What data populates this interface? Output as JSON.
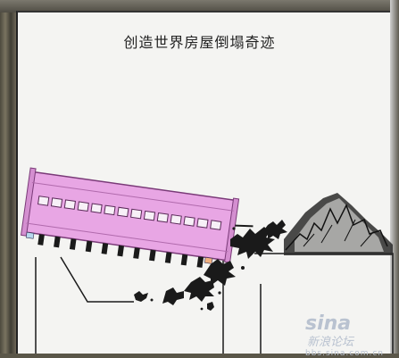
{
  "title": "创造世界房屋倒塌奇迹",
  "watermark": {
    "logo": "sina",
    "subtitle": "新浪论坛",
    "url": "bbs.sina.com.cn"
  },
  "colors": {
    "building_fill": "#e8a6e4",
    "building_stroke": "#7a3a78",
    "ink": "#1a1a1a",
    "paper": "#f4f4f2",
    "watermark": "#b9c2d0"
  },
  "icons": [
    "sina-eye-icon"
  ]
}
